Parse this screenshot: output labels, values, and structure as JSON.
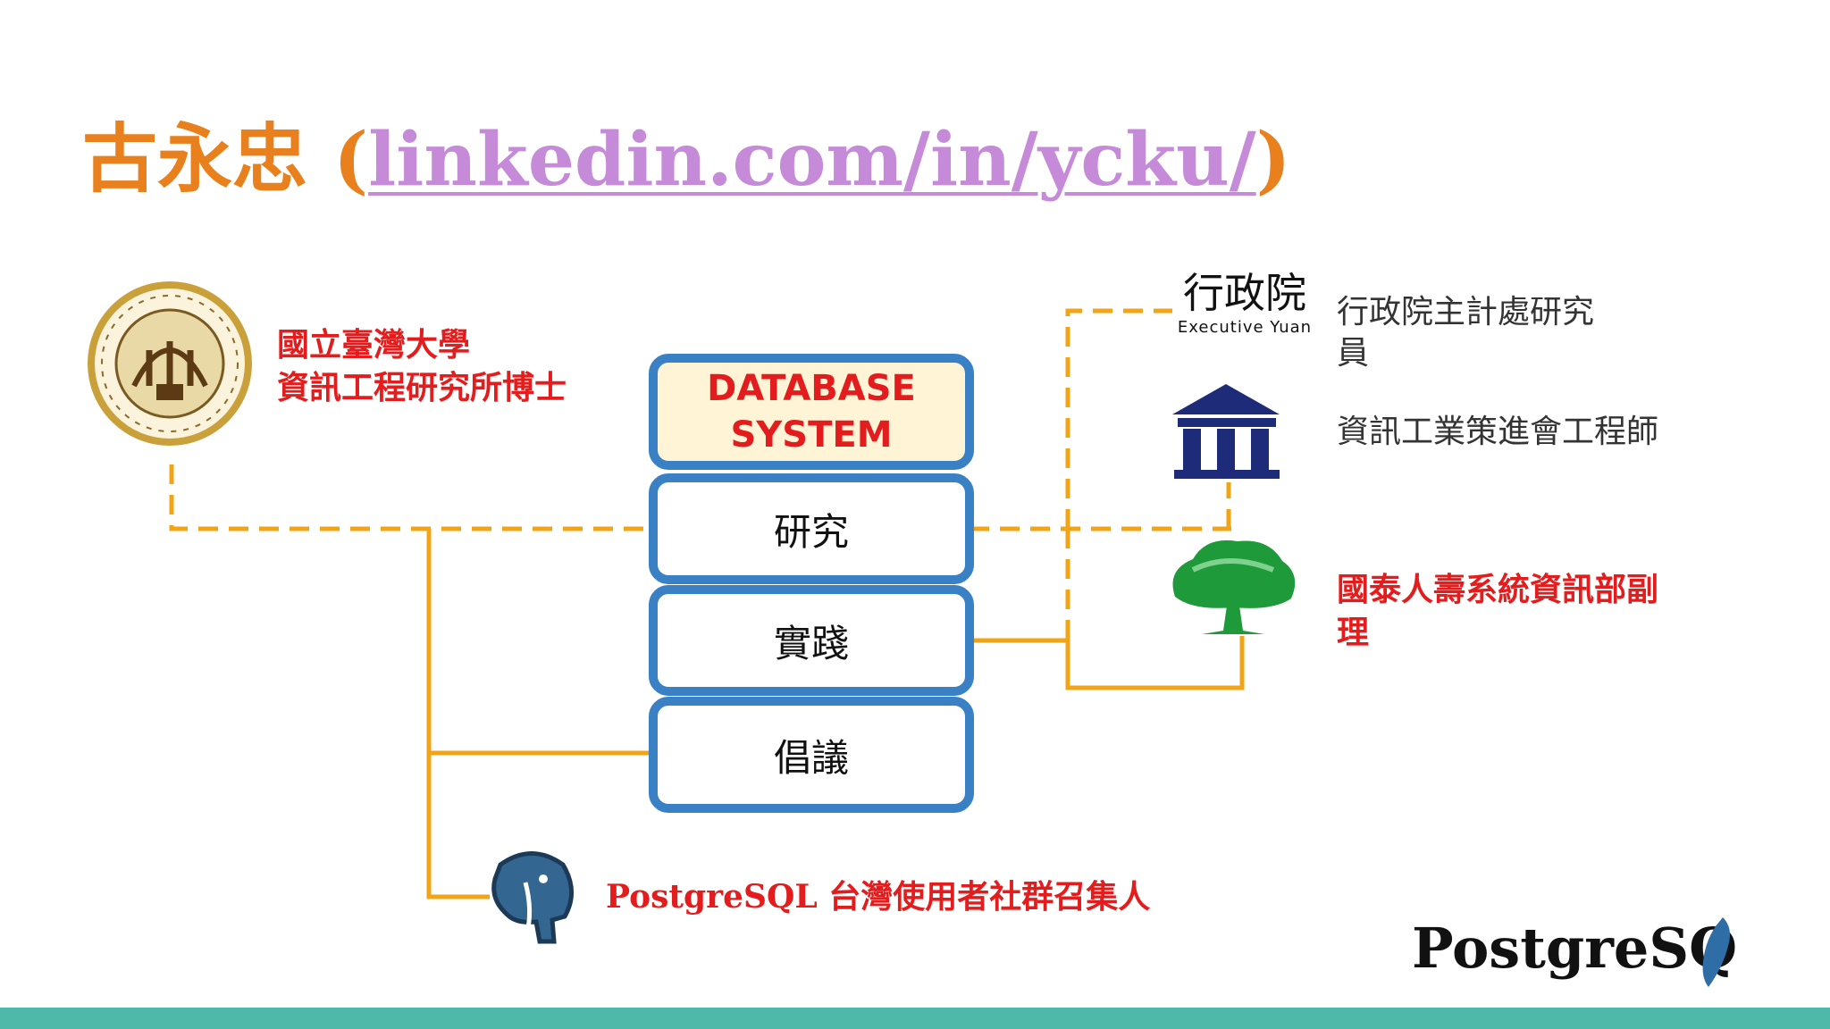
{
  "title": {
    "name": "古永忠",
    "open_paren": "(",
    "link": "linkedin.com/in/ycku/",
    "close_paren": ")"
  },
  "left": {
    "seal_icon": "ntu-seal-icon",
    "ntu_line1": "國立臺灣大學",
    "ntu_line2": "資訊工程研究所博士",
    "postgres_icon": "postgresql-elephant-icon",
    "postgres_label": "PostgreSQL 台灣使用者社群召集人"
  },
  "stack": {
    "head_line1": "DATABASE",
    "head_line2": "SYSTEM",
    "items": [
      "研究",
      "實踐",
      "倡議"
    ]
  },
  "right": {
    "ey_logo_text": "行政院",
    "ey_logo_sub": "Executive Yuan",
    "ey_role_line1": "行政院主計處研究",
    "ey_role_line2": "員",
    "iii_icon": "columns-building-icon",
    "iii_role": "資訊工業策進會工程師",
    "cathay_icon": "tree-icon",
    "cathay_role_line1": "國泰人壽系統資訊部副",
    "cathay_role_line2": "理"
  },
  "brand": {
    "text": "PostgreSQ",
    "taiwan_icon": "taiwan-island-icon"
  },
  "colors": {
    "title_orange": "#E8801E",
    "link_purple": "#C58AD8",
    "red": "#E31D1D",
    "blue_border": "#3A80C4",
    "connector": "#F2A417",
    "teal_bar": "#4EB9A8"
  }
}
